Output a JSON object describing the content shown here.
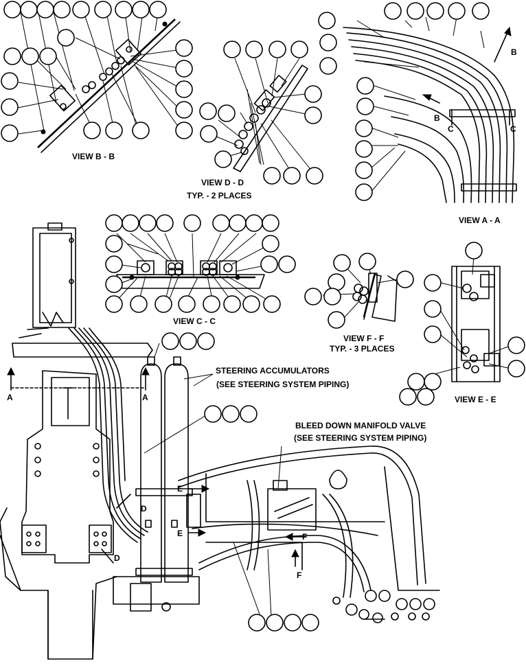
{
  "views": {
    "b": "VIEW B - B",
    "d": "VIEW D - D",
    "d_note": "TYP. - 2 PLACES",
    "a": "VIEW A - A",
    "c": "VIEW C - C",
    "f": "VIEW F - F",
    "f_note": "TYP. - 3 PLACES",
    "e": "VIEW E - E"
  },
  "callouts": {
    "steering_accumulators": "STEERING ACCUMULATORS",
    "steering_accumulators_ref": "(SEE STEERING SYSTEM PIPING)",
    "bleed_down_valve": "BLEED DOWN MANIFOLD VALVE",
    "bleed_down_valve_ref": "(SEE STEERING SYSTEM PIPING)"
  },
  "section_markers": {
    "a": "A",
    "b": "B",
    "c": "C",
    "d": "D",
    "e": "E",
    "f": "F"
  }
}
